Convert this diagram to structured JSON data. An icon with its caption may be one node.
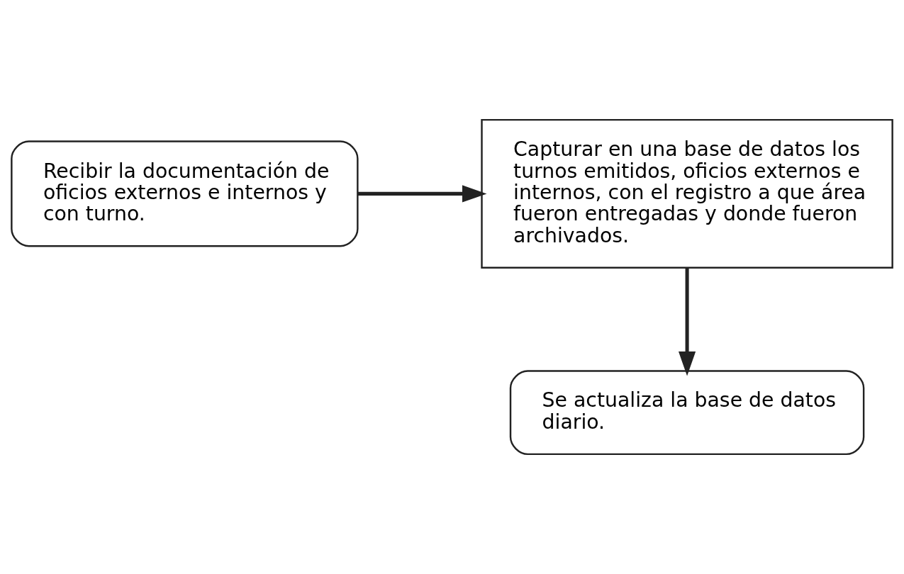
{
  "diagram": {
    "nodes": [
      {
        "text": [
          "Recibir la documentación de oficios externos e internos y con turno."
        ]
      },
      {
        "text": [
          "Capturar en una base de datos los turnos emitidos, oficios externos e internos, con el registro a que área fueron entregadas y donde fueron archivados."
        ]
      },
      {
        "text": [
          "Se actualiza la base de datos diario."
        ]
      }
    ],
    "edges": [
      {
        "from": 0,
        "to": 1,
        "arrow": "to"
      },
      {
        "from": 1,
        "to": 2,
        "arrow": "to"
      }
    ]
  }
}
